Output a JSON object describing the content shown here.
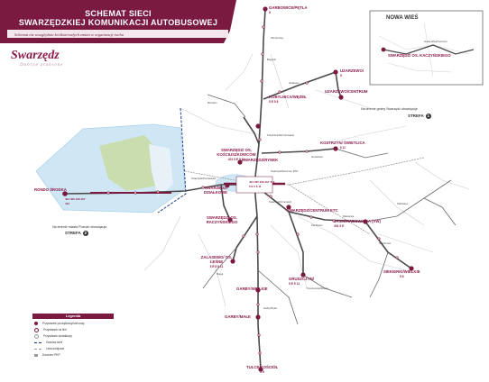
{
  "header": {
    "title_line1": "SCHEMAT SIECI",
    "title_line2": "SWARZĘDZKIEJ KOMUNIKACJI AUTOBUSOWEJ",
    "subtitle": "Schemat nie uwzględnia krótkotrwałych zmian w organizacji ruchu"
  },
  "logo": {
    "name": "Swarzędz",
    "tagline": "Dobrze zrobione"
  },
  "colors": {
    "brand": "#7a1a40",
    "route": "#555555",
    "water": "#cfe6f5",
    "park": "#c9dba6"
  },
  "inset": {
    "title": "NOWA WIEŚ",
    "stop_label": "SWARZĘDZ/ OS. KACZYŃSKIEGO"
  },
  "zones": {
    "zone1_note": "Na terenie gminy Swarzędz obowiązuje",
    "zone1_label": "STREFA",
    "zone1_num": "1",
    "zone2_note": "Na terenie miasta Poznań obowiązuje",
    "zone2_label": "STREFA",
    "zone2_num": "2"
  },
  "stops": {
    "garbowice": "GARBOWICE/PĘTLA",
    "garbowice_lines": "5",
    "uzarzewo": "UZARZEWO/",
    "uzarzewo_lines": "5",
    "uzarzewo_centrum": "UZARZEWO/CENTRUM",
    "kobylnica": "KOBYLNICA/WĘZEŁ",
    "kobylnica_lines": "5 E 5 6",
    "kostrzyn": "KOSTRZYN/ ŚWIETLICA",
    "kostrzyn_lines": "5 11",
    "os_kosciuszkowcow": "SWARZĘDZ/ OS. KOŚCIUSZKOWCÓW",
    "os_kosciuszkowcow_lines": "401 5 E 5 11",
    "zwarzedz_rynek": "SWARZĘDZ/RYNEK",
    "dzialkowe": "SWARZĘDZ/ DZIAŁKOWE",
    "centrum_etc": "SWARZĘDZ/CENTRUM ETC",
    "jasin_rabowicka": "JASIN/RABOWICKA (VW)",
    "jasin_lines": "401 5 E",
    "sieciechowo": "SIEKIERKI/WIELKIE",
    "sieciechowo_lines": "5 6",
    "os_kaczynskiego": "SWARZĘDZ/ OS. RACZYŃSKIEGO",
    "zalasewo": "ZALASEWO/ OS. LEŚNE",
    "zalasewo_lines": "5 E 5 6 11",
    "gruszczyn": "GRUSZCZYN/",
    "gruszczyn_lines": "5 E 5 11",
    "garby_wielkie": "GARBY/WIELKIE",
    "garby_male": "GARBY/MAŁE",
    "tulce": "TULCE/KOŚCIÓŁ",
    "tulce_lines": "5 6",
    "rondo_srodka": "RONDO ŚRODKA",
    "rondo_lines": "401 405 406 407 412",
    "central_lines": "401 405 406 407 412 5 E 5 6 11"
  },
  "minor_stops": [
    "Wierzenica",
    "Kobylnica/Skrzyżowanie",
    "Bogucin",
    "Janikowo",
    "Swarzędz/Poznańska",
    "Swarzędz/Cmentarz",
    "Swarzędz/Dworzec PKP",
    "Paczkowo",
    "Sarbinowo",
    "Rabowice",
    "Garby/Pętla",
    "Kruszewnia/Szkoła",
    "Nowa Wieś/Centrum",
    "Bugaj",
    "Gortatowo",
    "Karłowice",
    "Mrowino"
  ],
  "legend": {
    "title": "Legenda",
    "items": [
      {
        "label": "Przystanek początkowy/końcowy",
        "kind": "terminal"
      },
      {
        "label": "Przystanek na linii",
        "kind": "stop"
      },
      {
        "label": "Przystanek dodatkowy",
        "kind": "extra"
      },
      {
        "label": "Granica stref",
        "kind": "border"
      },
      {
        "label": "Linia kolejowa",
        "kind": "rail"
      },
      {
        "label": "Dworzec PKP",
        "kind": "station"
      }
    ]
  }
}
